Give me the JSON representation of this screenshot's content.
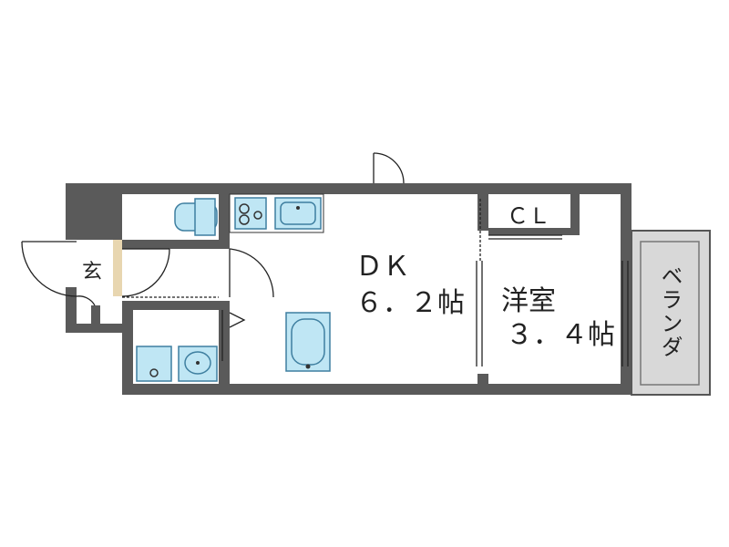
{
  "rooms": {
    "dk": {
      "label": "ＤＫ",
      "size": "６．２帖"
    },
    "western": {
      "label": "洋室",
      "size": "３．４帖"
    },
    "closet": {
      "label": "ＣＬ"
    },
    "entrance": {
      "label": "玄"
    },
    "balcony": {
      "label": "ベランダ"
    }
  },
  "colors": {
    "wall": "#5a5a5a",
    "floor": "#ffffff",
    "fixture": "#bfe6f4",
    "fixture_outline": "#3f7fa0",
    "balcony": "#d8d8d8",
    "door_line": "#222222",
    "floor_accent": "#e8d6b0"
  },
  "icons": [
    "toilet-icon",
    "stove-icon",
    "sink-icon",
    "bathtub-icon",
    "washbasin-icon",
    "washer-icon"
  ]
}
